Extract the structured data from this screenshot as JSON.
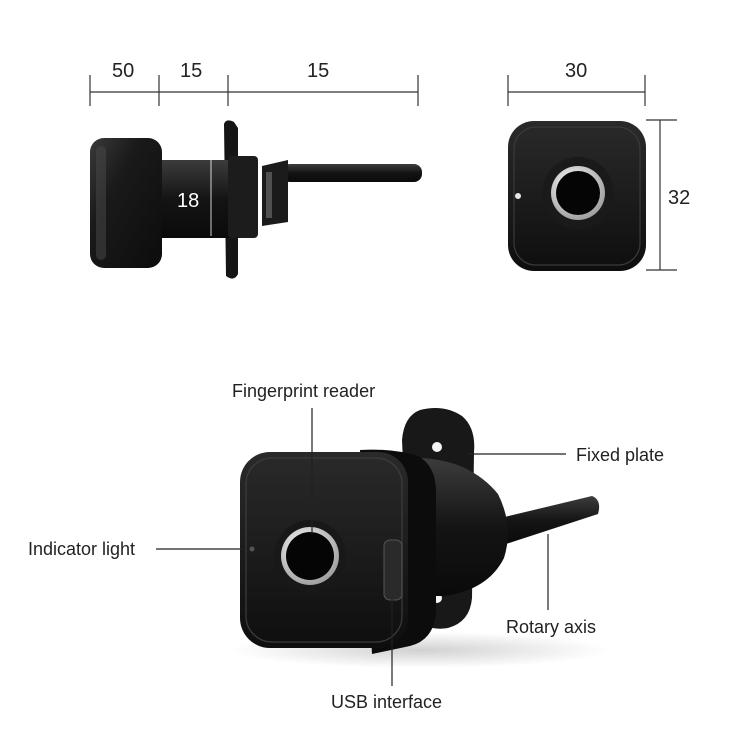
{
  "dimensions": {
    "side_view": {
      "top_segments": [
        "50",
        "15",
        "15"
      ],
      "knob_diameter": "18"
    },
    "front_view": {
      "width": "30",
      "height": "32"
    }
  },
  "callouts": {
    "fingerprint_reader": "Fingerprint reader",
    "fixed_plate": "Fixed plate",
    "indicator_light": "Indicator light",
    "rotary_axis": "Rotary axis",
    "usb_interface": "USB interface"
  },
  "colors": {
    "lock_body": "#141414",
    "lock_highlight": "#3a3a3a",
    "ring": "#d9d9d9",
    "dimension_line": "#333333",
    "text": "#222222"
  }
}
